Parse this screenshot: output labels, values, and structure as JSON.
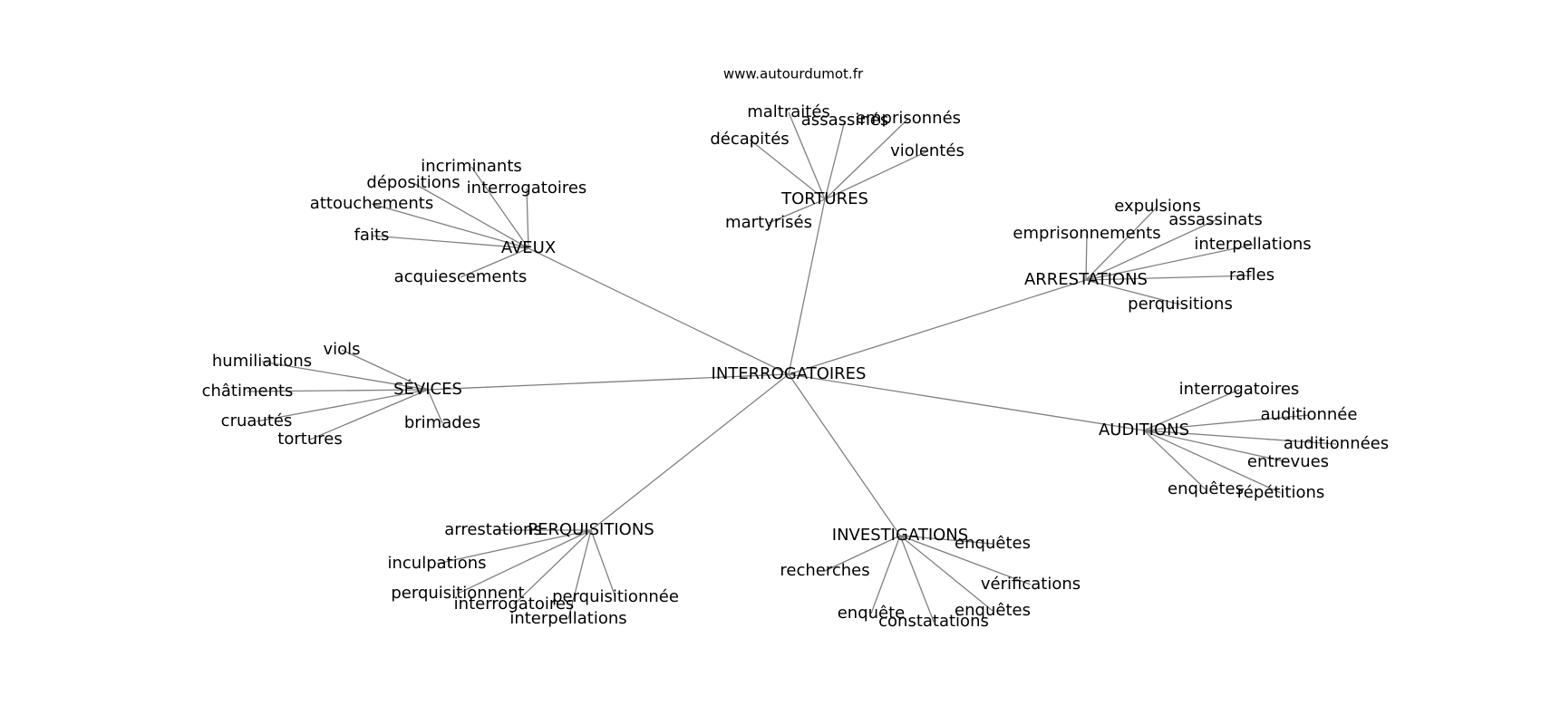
{
  "credit": "www.autourdumot.fr",
  "center": "INTERROGATOIRES",
  "clusters": [
    {
      "id": "tortures",
      "label": "TORTURES",
      "words": [
        "maltraités",
        "assassinés",
        "emprisonnés",
        "décapités",
        "violentés",
        "martyrisés"
      ]
    },
    {
      "id": "aveux",
      "label": "AVEUX",
      "words": [
        "incriminants",
        "dépositions",
        "interrogatoires",
        "attouchements",
        "faits",
        "acquiescements"
      ]
    },
    {
      "id": "arrestations",
      "label": "ARRESTATIONS",
      "words": [
        "expulsions",
        "assassinats",
        "emprisonnements",
        "interpellations",
        "rafles",
        "perquisitions"
      ]
    },
    {
      "id": "sevices",
      "label": "SÉVICES",
      "words": [
        "viols",
        "humiliations",
        "châtiments",
        "cruautés",
        "tortures",
        "brimades"
      ]
    },
    {
      "id": "auditions",
      "label": "AUDITIONS",
      "words": [
        "interrogatoires",
        "auditionnée",
        "auditionnées",
        "entrevues",
        "enquêtes",
        "répétitions"
      ]
    },
    {
      "id": "perquisitions",
      "label": "PERQUISITIONS",
      "words": [
        "arrestations",
        "inculpations",
        "perquisitionnent",
        "interrogatoires",
        "perquisitionnée",
        "interpellations"
      ]
    },
    {
      "id": "investigations",
      "label": "INVESTIGATIONS",
      "words": [
        "enquêtes",
        "recherches",
        "vérifications",
        "enquête",
        "enquêtes",
        "constatations"
      ]
    }
  ]
}
